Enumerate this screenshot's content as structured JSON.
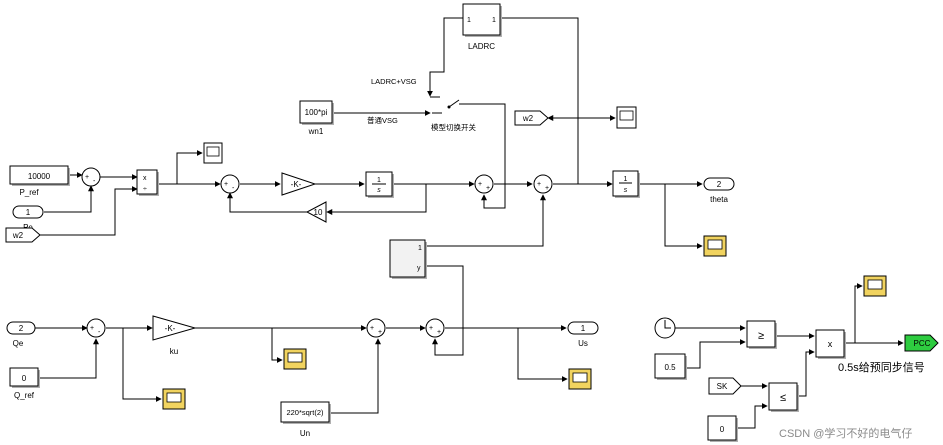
{
  "blocks": {
    "ladrc": {
      "in": "1",
      "out": "1",
      "name": "LADRC"
    },
    "wn1": {
      "value": "100*pi",
      "name": "wn1"
    },
    "p_ref": {
      "value": "10000",
      "name": "P_ref"
    },
    "pe": {
      "port": "1",
      "name": "Pe"
    },
    "w2_a": "w2",
    "w2_b": "w2",
    "mult": {
      "a": "x",
      "b": "÷"
    },
    "gain_k1": "-K-",
    "gain_k2": "-K-",
    "ku": "ku",
    "integrator1": {
      "num": "1",
      "den": "s"
    },
    "integrator2": {
      "num": "1",
      "den": "s"
    },
    "gain10": "10",
    "theta": {
      "port": "2",
      "name": "theta"
    },
    "sub1": {
      "in": "1",
      "out": "y"
    },
    "qe": {
      "port": "2",
      "name": "Qe"
    },
    "q_ref": {
      "value": "0",
      "name": "Q_ref"
    },
    "un": {
      "value": "220*sqrt(2)",
      "name": "Un"
    },
    "us": {
      "port": "1",
      "name": "Us"
    },
    "c05": "0.5",
    "ge": "≥",
    "le": "≤",
    "sk": "SK",
    "c0": "0",
    "and_x": "x",
    "pcc": "PCC"
  },
  "switch": {
    "label_top": "LADRC+VSG",
    "label_bottom": "普通VSG",
    "name": "模型切换开关"
  },
  "annotation": "0.5s给预同步信号",
  "watermark": "CSDN @学习不好的电气仔",
  "colors": {
    "scope_fill": "#f1d35f",
    "goto_fill": "#2ecc40",
    "line": "#000000"
  }
}
